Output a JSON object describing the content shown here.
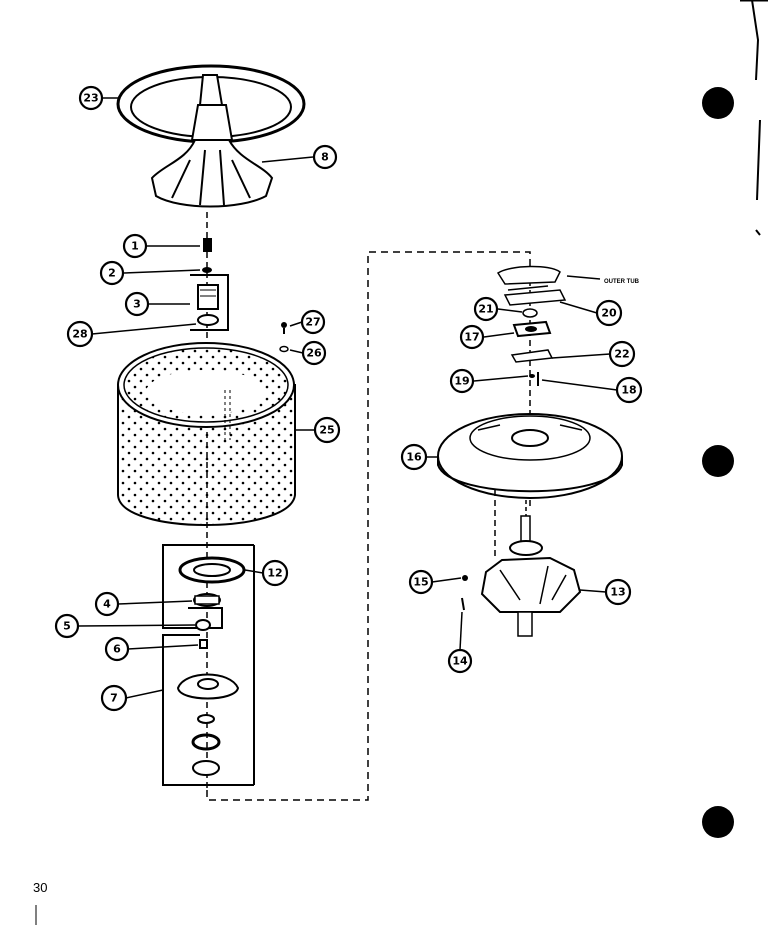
{
  "page": {
    "number": "30"
  },
  "callouts": {
    "c23": "23",
    "c8": "8",
    "c1": "1",
    "c2": "2",
    "c3": "3",
    "c28": "28",
    "c27": "27",
    "c26": "26",
    "c25": "25",
    "c12": "12",
    "c4": "4",
    "c5": "5",
    "c6": "6",
    "c7": "7",
    "c21": "21",
    "c20": "20",
    "c17": "17",
    "c22": "22",
    "c19": "19",
    "c18": "18",
    "c16": "16",
    "c15": "15",
    "c13": "13",
    "c14": "14"
  },
  "notes": {
    "outer_tub": "OUTER TUB"
  },
  "colors": {
    "ink": "#000000",
    "paper": "#ffffff"
  }
}
